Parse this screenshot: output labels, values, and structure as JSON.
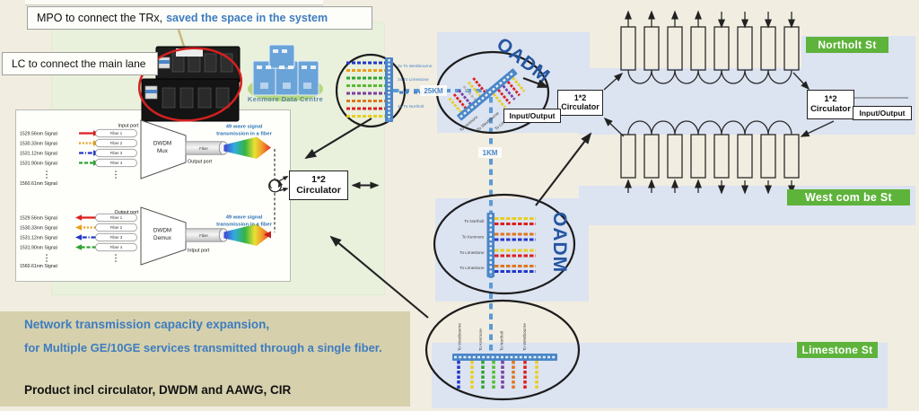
{
  "callouts": {
    "mpo_black": "MPO to connect the TRx,",
    "mpo_blue": "saved the space in the system",
    "lc": "LC to connect the main lane"
  },
  "kenmore": {
    "label": "Kenmore Data Centre"
  },
  "fanout": {
    "labels": [
      "2x To Westbourne",
      "2x To Limestone",
      "4x To Northolt"
    ]
  },
  "distances": {
    "to_oadm": "25KM",
    "to_limestone": "1KM"
  },
  "oadm_top": {
    "title": "OADM",
    "ports": [
      "To Kenmore",
      "To Westbourne",
      "To Limestone"
    ],
    "io_label": "Input/Output"
  },
  "oadm_mid": {
    "title": "OADM",
    "ports": [
      "To Northolt",
      "To Kenmore",
      "To Limestone",
      "To Limestone"
    ]
  },
  "limestone_node": {
    "ports": [
      "To Westbourne",
      "To Kenmore",
      "To Northolt",
      "To Westbourne"
    ]
  },
  "circulator": {
    "line1": "1*2",
    "line2": "Circulator"
  },
  "ring": {
    "io_label": "Input/Output"
  },
  "streets": {
    "northolt": "Northolt St",
    "westcombe": "West com be St",
    "limestone": "Limestone St"
  },
  "dwdm": {
    "wavelengths": [
      "1529.56nm Signal",
      "1530.33nm Signal",
      "1531.12nm Signal",
      "1531.90nm Signal",
      "1560.61nm Signal"
    ],
    "fibers": [
      "Fiber 1",
      "Fiber 2",
      "Fiber 3",
      "Fiber 4"
    ],
    "mux": {
      "name1": "DWDM",
      "name2": "Mux",
      "port_top": "Input port",
      "port_bottom": "Output port",
      "fiber": "Fiber",
      "note1": "49 wave signal",
      "note2": "transmission in a fiber"
    },
    "demux": {
      "name1": "DWDM",
      "name2": "Demux",
      "port_top": "Output port",
      "port_bottom": "Intput port",
      "fiber": "Fiber",
      "note1": "49 wave signal",
      "note2": "transmission in a fiber"
    }
  },
  "footer": {
    "line1": "Network transmission capacity expansion,",
    "line2": "for Multiple GE/10GE services transmitted through a single fiber.",
    "line3": "Product incl circulator, DWDM and AAWG, CIR"
  },
  "colors": {
    "accent_blue": "#3e7cc0",
    "street_green": "#5eb33b",
    "dash_blue": "#5b9bd5",
    "oadm_blue": "#2456a0"
  }
}
